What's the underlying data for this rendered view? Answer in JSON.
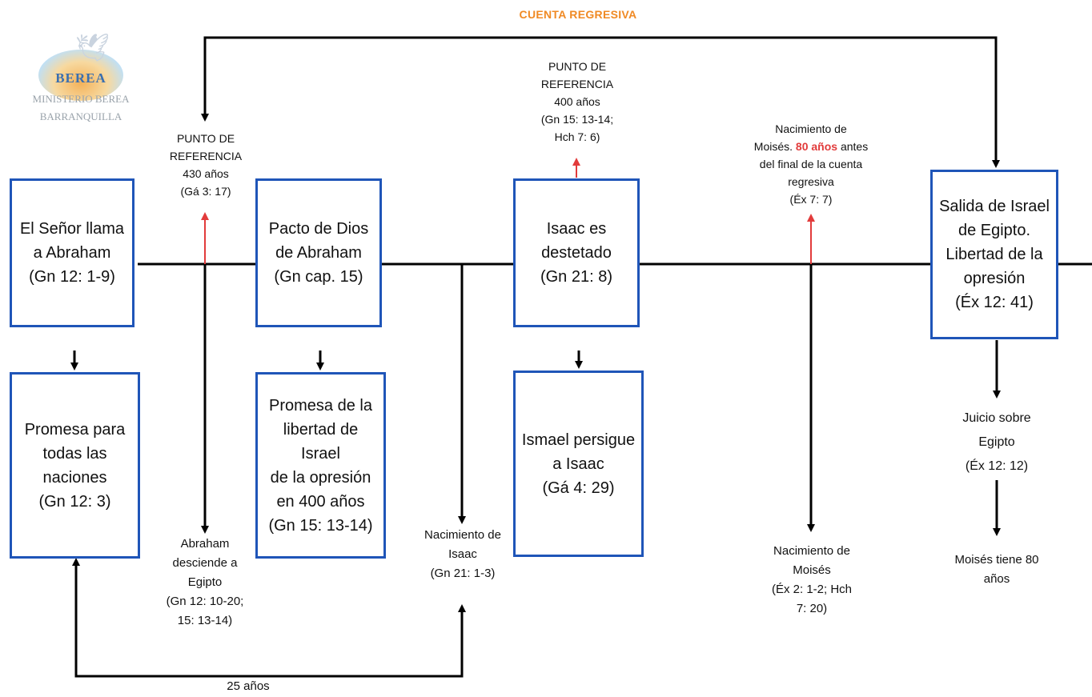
{
  "title": "CUENTA REGRESIVA",
  "logo": {
    "brand": "BEREA",
    "line1": "MINISTERIO BEREA",
    "line2": "BARRANQUILLA"
  },
  "boxes": {
    "abraham_call": "El Señor llama\na Abraham\n(Gn 12: 1-9)",
    "promise_nations": "Promesa para\ntodas las\nnaciones\n(Gn 12: 3)",
    "covenant": "Pacto de Dios\nde Abraham\n(Gn cap. 15)",
    "promise_freedom": "Promesa de la\nlibertad de Israel\nde la opresión\nen 400 años\n(Gn 15: 13-14)",
    "isaac_weaned": "Isaac es\ndestetado\n(Gn 21: 8)",
    "ishmael": "Ismael persigue\na Isaac\n(Gá 4: 29)",
    "exodus": "Salida de Israel\nde Egipto.\nLibertad de la\nopresión\n(Éx 12: 41)"
  },
  "labels": {
    "ref430": "PUNTO DE\nREFERENCIA\n430 años\n(Gá 3: 17)",
    "ref400": "PUNTO DE\nREFERENCIA\n400 años\n(Gn 15: 13-14;\nHch 7: 6)",
    "moses_pre": "Nacimiento de\nMoisés. ",
    "moses_red": "80 años",
    "moses_post": " antes\ndel final de la cuenta\nregresiva\n(Éx 7: 7)",
    "abraham_egypt": "Abraham\ndesciende a\nEgipto\n(Gn 12: 10-20;\n15: 13-14)",
    "isaac_birth": "Nacimiento de\nIsaac\n(Gn 21: 1-3)",
    "moses_birth": "Nacimiento de\nMoisés\n(Éx 2: 1-2; Hch\n7: 20)",
    "judgment": "Juicio sobre\nEgipto\n(Éx 12: 12)",
    "moses_80": "Moisés tiene 80\naños",
    "years25": "25 años"
  },
  "colors": {
    "box_border": "#1f55b8",
    "title": "#f08a24",
    "highlight": "#e23b3b",
    "line": "#000000"
  }
}
